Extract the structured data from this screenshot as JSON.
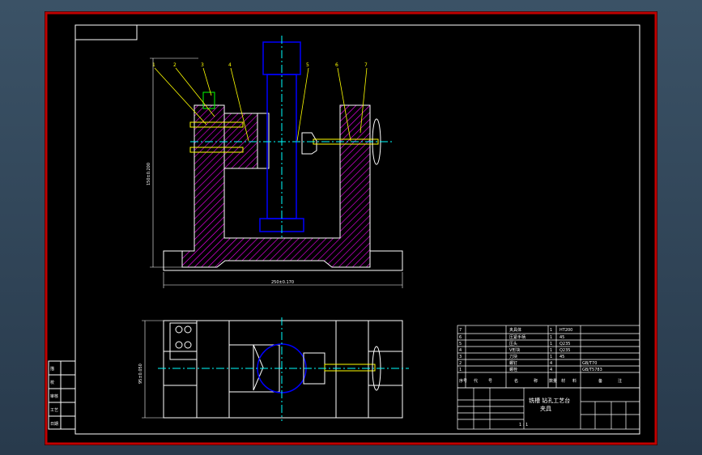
{
  "drawing": {
    "part_numbers": [
      "1",
      "2",
      "3",
      "4",
      "5",
      "6",
      "7"
    ],
    "dimension_height": "150±0.200",
    "dimension_width": "250±0.170",
    "dimension_plan": "95±0.050",
    "title_block": {
      "title_line1": "铣槽 钻孔工艺台",
      "title_line2": "夹具",
      "scale_note": "1 : 1"
    },
    "bom": {
      "headers": [
        "序号",
        "代",
        "号",
        "名",
        "称",
        "数量",
        "材",
        "料",
        "备",
        "注"
      ],
      "rows": [
        {
          "no": "7",
          "name": "夹具体",
          "qty": "1",
          "mat": "HT200"
        },
        {
          "no": "6",
          "name": "压紧手柄",
          "qty": "1",
          "mat": "45"
        },
        {
          "no": "5",
          "name": "压头",
          "qty": "1",
          "mat": "Q235"
        },
        {
          "no": "4",
          "name": "V形块",
          "qty": "1",
          "mat": "Q235"
        },
        {
          "no": "3",
          "name": "刀块",
          "qty": "1",
          "mat": "45"
        },
        {
          "no": "2",
          "name": "螺钉",
          "qty": "4",
          "mat": "",
          "note": "GB/T70"
        },
        {
          "no": "1",
          "name": "螺栓",
          "qty": "4",
          "mat": "",
          "note": "GB/T5783"
        }
      ]
    },
    "left_block_rows": [
      "描",
      "校",
      "审核",
      "工艺",
      "日期"
    ]
  },
  "colors": {
    "frame": "#ffffff",
    "hatch": "#ff00ff",
    "shaft": "#0000ff",
    "leader": "#ffff00",
    "centerline": "#00ffff",
    "bolt": "#ffff00"
  }
}
